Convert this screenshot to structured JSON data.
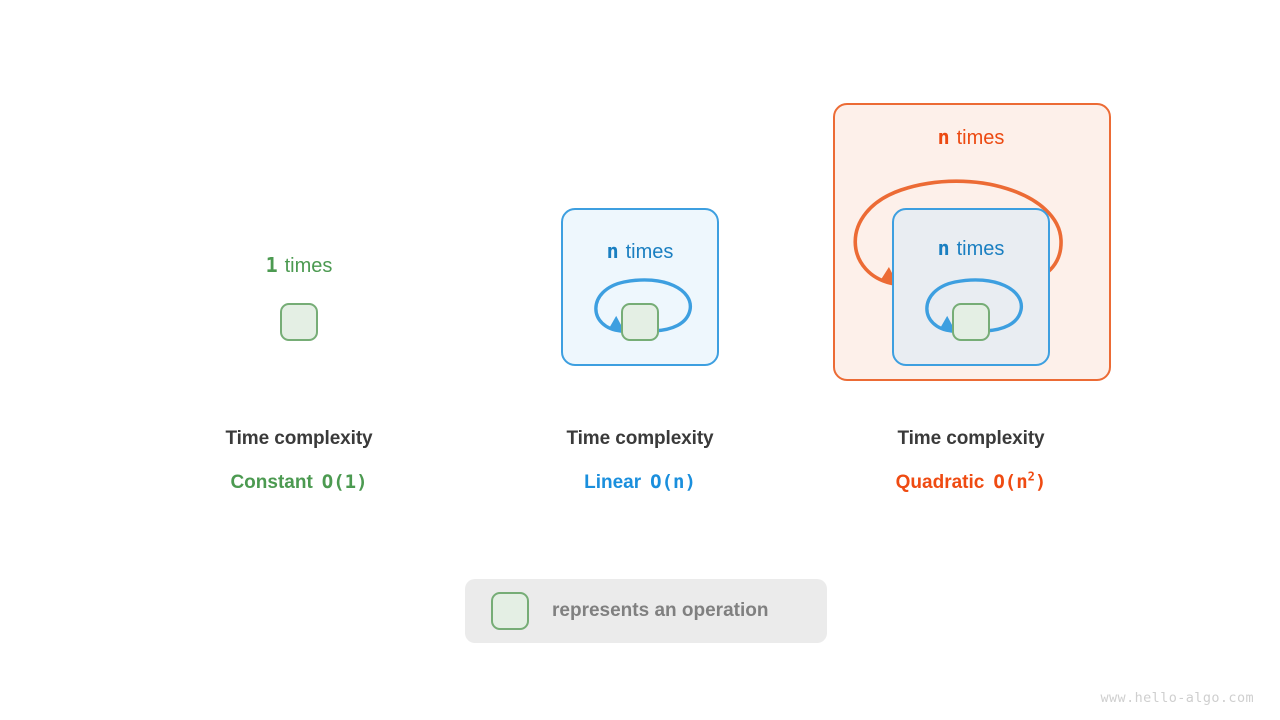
{
  "diagram": {
    "title_label": "Time complexity",
    "columns": [
      {
        "id": "constant",
        "count_symbol": "1",
        "count_word": "times",
        "complexity_name": "Constant",
        "big_o": "O(1)",
        "big_o_base": "O(1)",
        "big_o_exponent": "",
        "accent_color": "#4c9a51"
      },
      {
        "id": "linear",
        "count_symbol": "n",
        "count_word": "times",
        "complexity_name": "Linear",
        "big_o": "O(n)",
        "big_o_base": "O(n)",
        "big_o_exponent": "",
        "accent_color": "#1a8fdd"
      },
      {
        "id": "quadratic",
        "count_symbol": "n",
        "count_word": "times",
        "outer_count_symbol": "n",
        "outer_count_word": "times",
        "complexity_name": "Quadratic",
        "big_o": "O(n^2)",
        "big_o_open": "O(n",
        "big_o_exponent": "2",
        "big_o_close": ")",
        "accent_color": "#ef4b12"
      }
    ]
  },
  "legend": {
    "swatch_label": "operation-swatch",
    "text": "represents an operation",
    "text_color": "#808080",
    "background_color": "#ebebeb"
  },
  "watermark": {
    "text": "www.hello-algo.com"
  },
  "colors": {
    "green_border": "#76ad76",
    "green_fill": "#e4efe4",
    "blue_border": "#3d9fe0",
    "blue_fill": "#eef7fd",
    "blue_fill_nested": "#e9edf2",
    "orange_border": "#ec6b35",
    "orange_fill": "#fdf0ea",
    "title_text": "#3a3a3a",
    "background": "#ffffff"
  }
}
